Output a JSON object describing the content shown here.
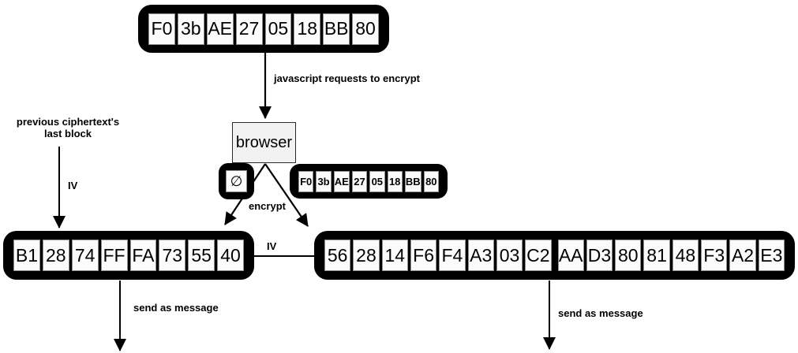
{
  "labels": {
    "js_request": "javascript requests to encrypt",
    "encrypt": "encrypt",
    "prev_ciphertext": "previous ciphertext's last block",
    "iv_vertical": "IV",
    "iv_connector": "IV",
    "send_left": "send as message",
    "send_right": "send as message"
  },
  "browser": {
    "label": "browser"
  },
  "empty_set": {
    "symbol": "∅"
  },
  "blocks": {
    "plaintext_top": {
      "cells": [
        "F0",
        "3b",
        "AE",
        "27",
        "05",
        "18",
        "BB",
        "80"
      ]
    },
    "plaintext_small": {
      "cells": [
        "F0",
        "3b",
        "AE",
        "27",
        "05",
        "18",
        "BB",
        "80"
      ]
    },
    "previous_ciphertext_iv": {
      "cells": [
        "B1",
        "28",
        "74",
        "FF",
        "FA",
        "73",
        "55",
        "40"
      ]
    },
    "ciphertext_output": {
      "cells": [
        "56",
        "28",
        "14",
        "F6",
        "F4",
        "A3",
        "03",
        "C2",
        "AA",
        "D3",
        "80",
        "81",
        "48",
        "F3",
        "A2",
        "E3"
      ]
    }
  },
  "colors": {
    "background": "#ffffff",
    "frame": "#000000",
    "cell_bg": "#fbfbfb",
    "cell_border": "#8f8f8f",
    "browser_bg": "#f2f2f2",
    "text": "#000000"
  }
}
